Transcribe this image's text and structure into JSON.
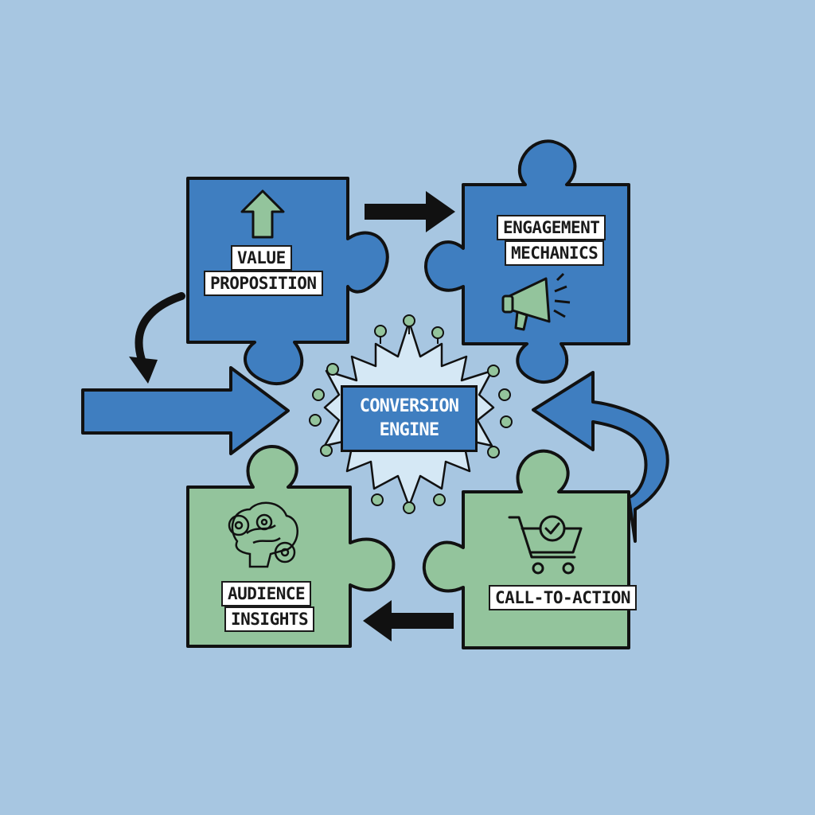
{
  "colors": {
    "background": "#a7c6e1",
    "piece_blue": "#3f7ec0",
    "piece_green": "#93c49c",
    "outline": "#111111",
    "label_bg": "#ffffff"
  },
  "center": {
    "line1": "CONVERSION",
    "line2": "ENGINE",
    "icon": "starburst-network-icon"
  },
  "pieces": {
    "value_proposition": {
      "line1": "VALUE",
      "line2": "PROPOSITION",
      "icon": "up-arrow-icon"
    },
    "engagement_mechanics": {
      "line1": "ENGAGEMENT",
      "line2": "MECHANICS",
      "icon": "megaphone-icon"
    },
    "audience_insights": {
      "line1": "AUDIENCE",
      "line2": "INSIGHTS",
      "icon": "brain-gears-icon"
    },
    "call_to_action": {
      "line1": "CALL-TO-ACTION",
      "icon": "shopping-cart-check-icon"
    }
  }
}
